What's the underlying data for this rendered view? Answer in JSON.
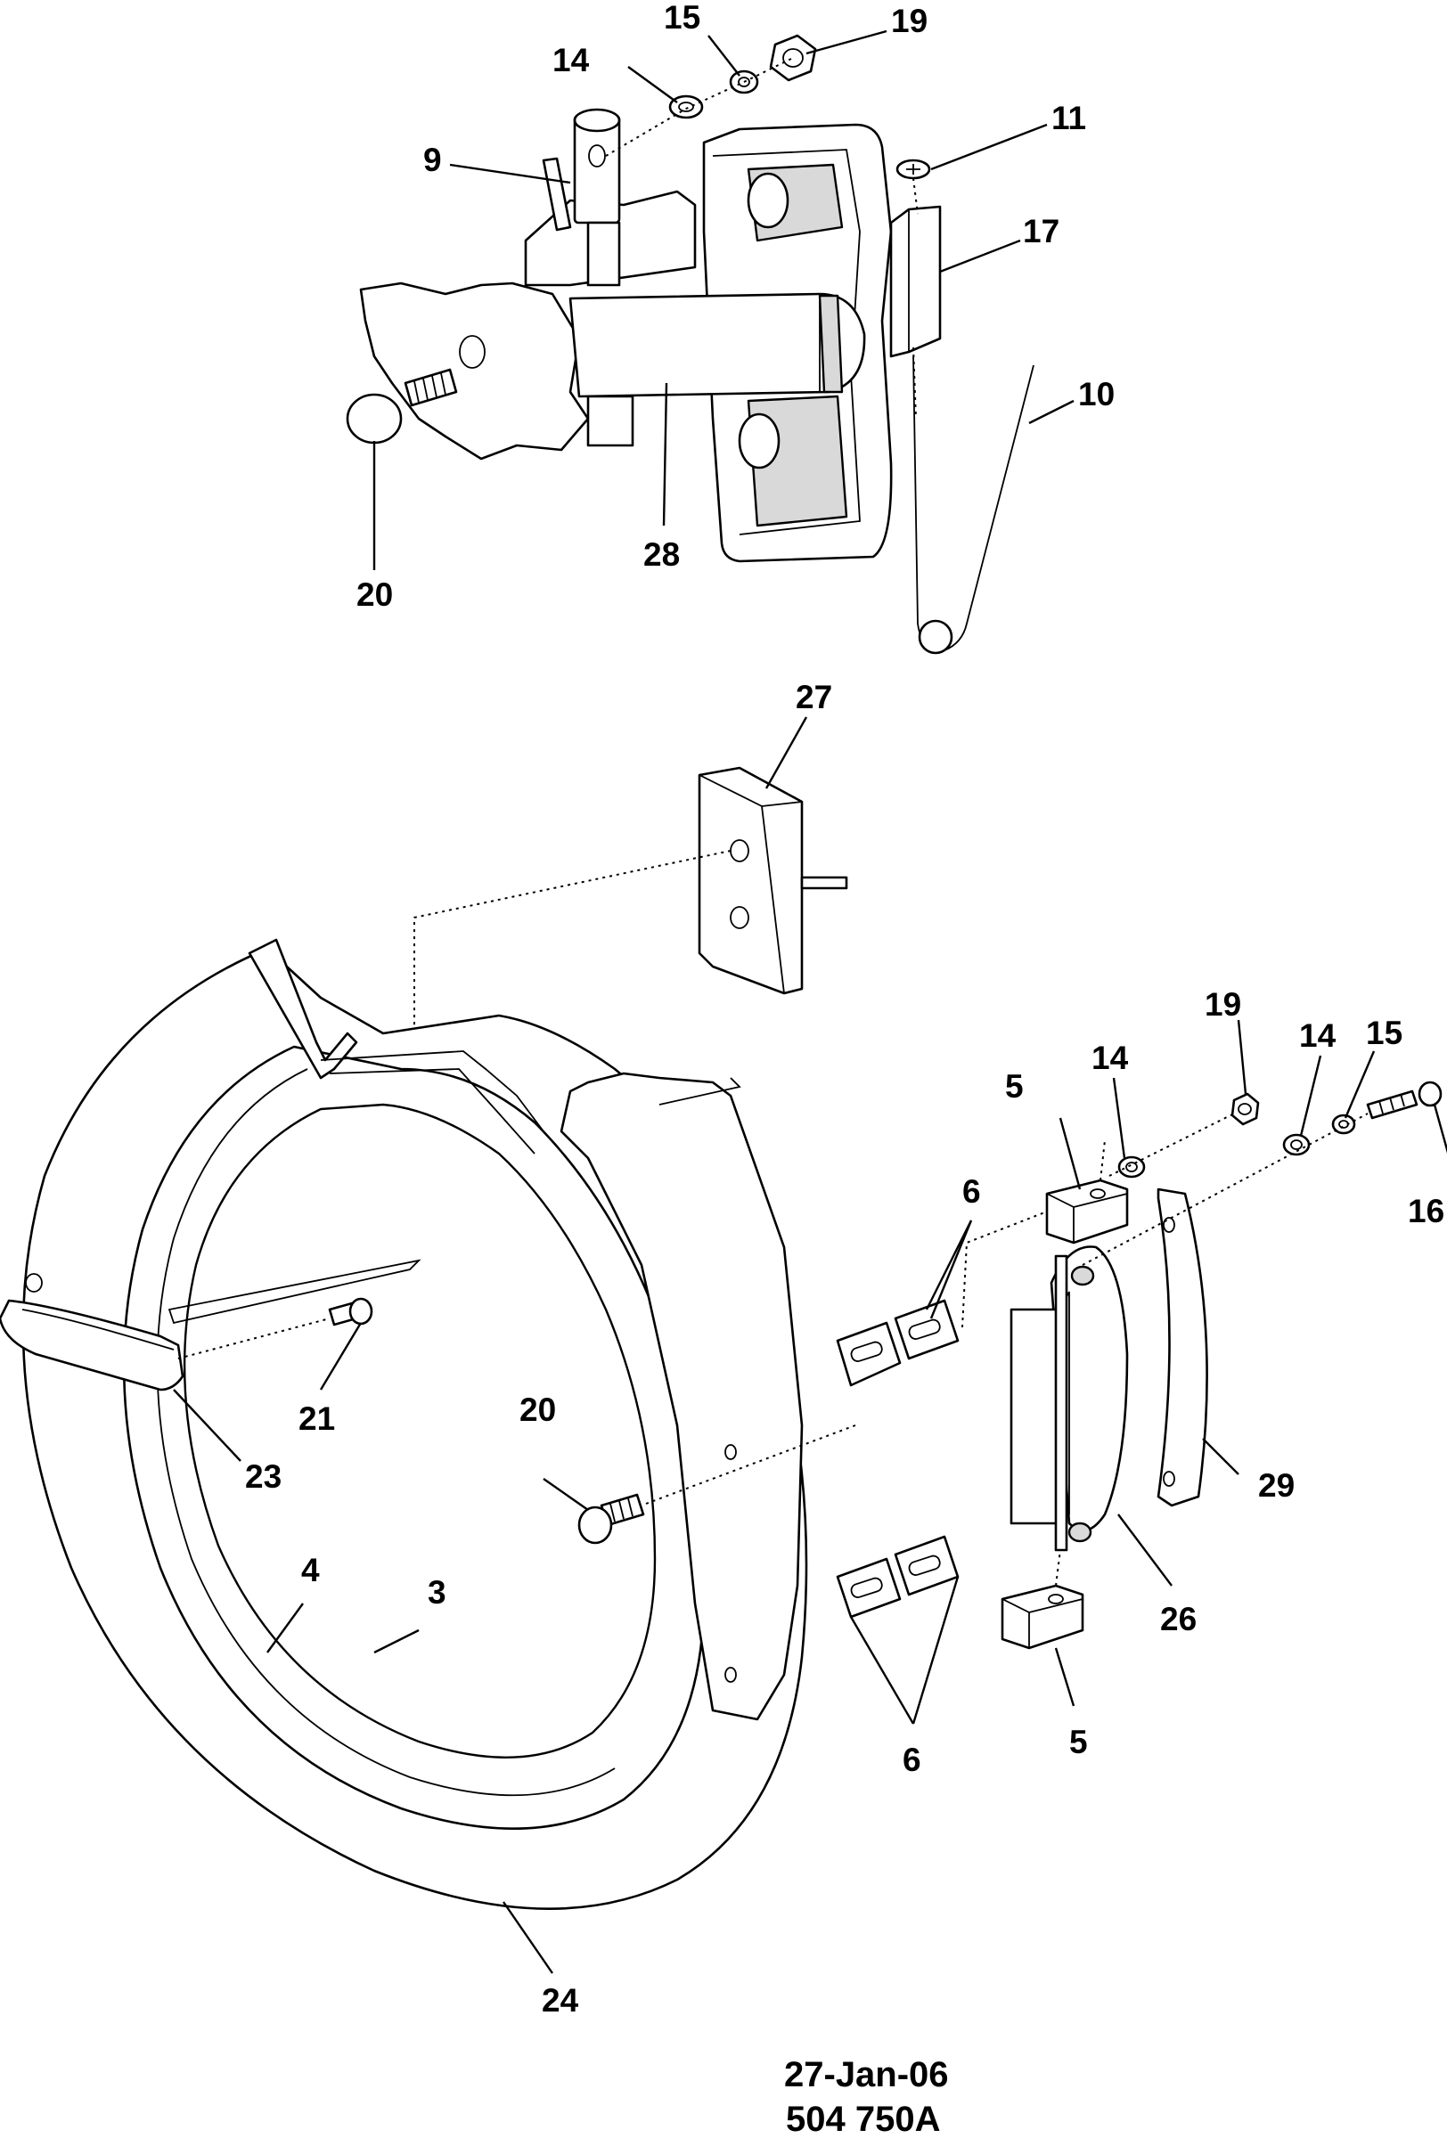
{
  "callouts": {
    "c15_top": "15",
    "c19_top": "19",
    "c14_top": "14",
    "c9": "9",
    "c11": "11",
    "c17": "17",
    "c10": "10",
    "c20_top": "20",
    "c28": "28",
    "c27": "27",
    "c19_right": "19",
    "c14_mid": "14",
    "c14_right": "14",
    "c15_right": "15",
    "c5_top": "5",
    "c16": "16",
    "c6_top": "6",
    "c21": "21",
    "c20_mid": "20",
    "c23": "23",
    "c4": "4",
    "c3": "3",
    "c29": "29",
    "c26": "26",
    "c5_bottom": "5",
    "c6_bottom": "6",
    "c24": "24"
  },
  "footer": {
    "date": "27-Jan-06",
    "drawing_number": "504 750A"
  }
}
